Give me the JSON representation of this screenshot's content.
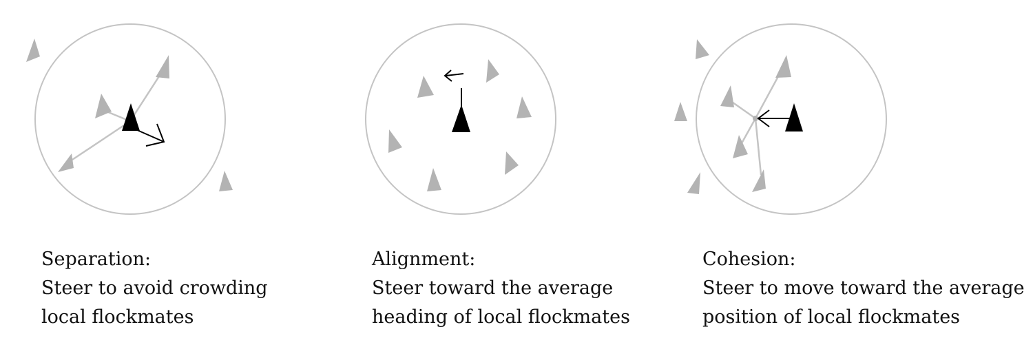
{
  "colors": {
    "boid_focus": "#000000",
    "boid_neighbor": "#b3b3b3",
    "radius_circle": "#c4c4c4",
    "influence_line": "#c4c4c4",
    "steer_arrow": "#000000"
  },
  "panels": [
    {
      "id": "separation",
      "title": "Separation:",
      "line1": "Steer to avoid crowding",
      "line2": "local flockmates"
    },
    {
      "id": "alignment",
      "title": "Alignment:",
      "line1": "Steer toward the average",
      "line2": "heading of local flockmates"
    },
    {
      "id": "cohesion",
      "title": "Cohesion:",
      "line1": "Steer to move toward the average",
      "line2": "position of local flockmates"
    }
  ]
}
